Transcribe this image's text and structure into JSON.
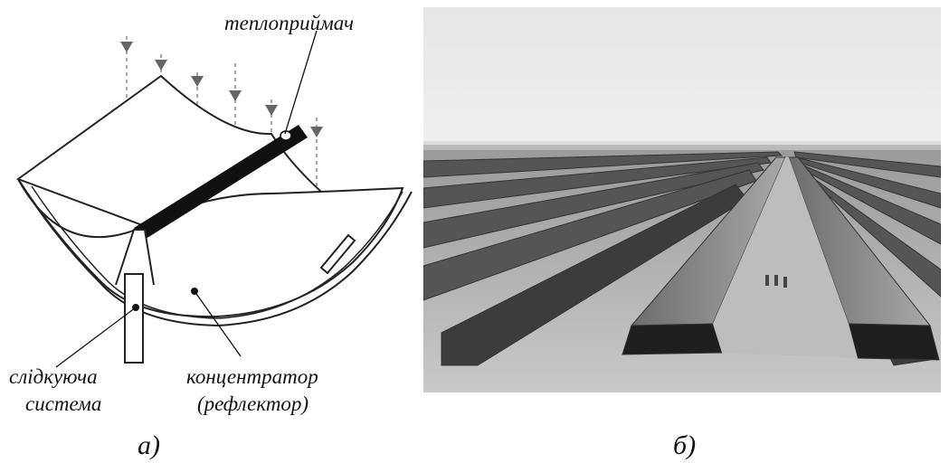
{
  "figure_a": {
    "caption": "а)",
    "labels": {
      "receiver": "теплоприймач",
      "tracking_line1": "слідкуюча",
      "tracking_line2": "система",
      "concentrator_line1": "концентратор",
      "concentrator_line2": "(рефлектор)"
    }
  },
  "figure_b": {
    "caption": "б)"
  }
}
